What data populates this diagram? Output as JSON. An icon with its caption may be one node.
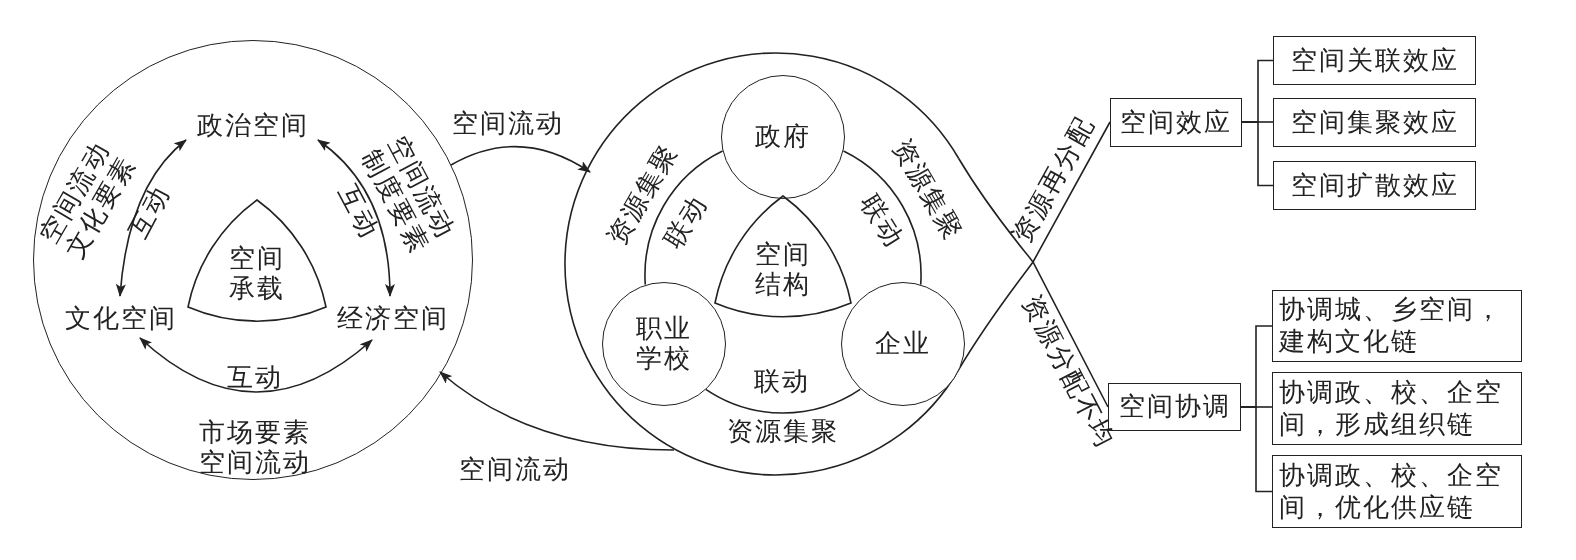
{
  "diagram": {
    "nodes": [
      {
        "text": [],
        "shape": "circle"
      },
      {
        "text": [
          "政治空间"
        ],
        "in": 0
      },
      {
        "text": [
          "文化空间"
        ],
        "in": 0
      },
      {
        "text": [
          "经济空间"
        ],
        "in": 0
      },
      {
        "text": [
          "空间承载"
        ],
        "in": 0
      },
      {
        "text": [],
        "shape": "circle"
      },
      {
        "text": [
          "政府"
        ],
        "in": 5
      },
      {
        "text": [
          "职业学校"
        ],
        "in": 5
      },
      {
        "text": [
          "企业"
        ],
        "in": 5
      },
      {
        "text": [
          "空间结构"
        ],
        "in": 5
      },
      {
        "text": [
          "空间效应"
        ]
      },
      {
        "text": [
          "空间关联效应"
        ]
      },
      {
        "text": [
          "空间集聚效应"
        ]
      },
      {
        "text": [
          "空间扩散效应"
        ]
      },
      {
        "text": [
          "空间协调"
        ]
      },
      {
        "text": [
          "协调城、乡空间，建构文化链"
        ]
      },
      {
        "text": [
          "协调政、校、企空间，形成组织链"
        ]
      },
      {
        "text": [
          "协调政、校、企空间，优化供应链"
        ]
      }
    ],
    "edges": [
      {
        "from": 1,
        "to": 2,
        "arrow": "both",
        "label": "互动"
      },
      {
        "from": 1,
        "to": 3,
        "arrow": "both",
        "label": "互动"
      },
      {
        "from": 2,
        "to": 3,
        "arrow": "both",
        "label": "互动"
      },
      {
        "from": 0,
        "to": 5,
        "arrow": "to",
        "label": "空间流动"
      },
      {
        "from": 5,
        "to": 0,
        "arrow": "to",
        "label": "空间流动"
      },
      {
        "from": 6,
        "to": 8,
        "arrow": "none",
        "label": "联动"
      },
      {
        "from": 6,
        "to": 7,
        "arrow": "none",
        "label": "联动"
      },
      {
        "from": 7,
        "to": 8,
        "arrow": "none",
        "label": "联动"
      },
      {
        "from": 5,
        "to": 10,
        "arrow": "none",
        "label": "资源再分配"
      },
      {
        "from": 5,
        "to": 14,
        "arrow": "none",
        "label": "资源分配不均"
      },
      {
        "from": 10,
        "to": 11,
        "arrow": "none"
      },
      {
        "from": 10,
        "to": 12,
        "arrow": "none"
      },
      {
        "from": 10,
        "to": 13,
        "arrow": "none"
      },
      {
        "from": 14,
        "to": 15,
        "arrow": "none"
      },
      {
        "from": 14,
        "to": 16,
        "arrow": "none"
      },
      {
        "from": 14,
        "to": 17,
        "arrow": "none"
      }
    ],
    "labels": [
      "空间流动文化要素",
      "空间流动制度要素",
      "资源集聚",
      "资源集聚",
      "市场要素空间流动",
      "资源集聚"
    ]
  }
}
